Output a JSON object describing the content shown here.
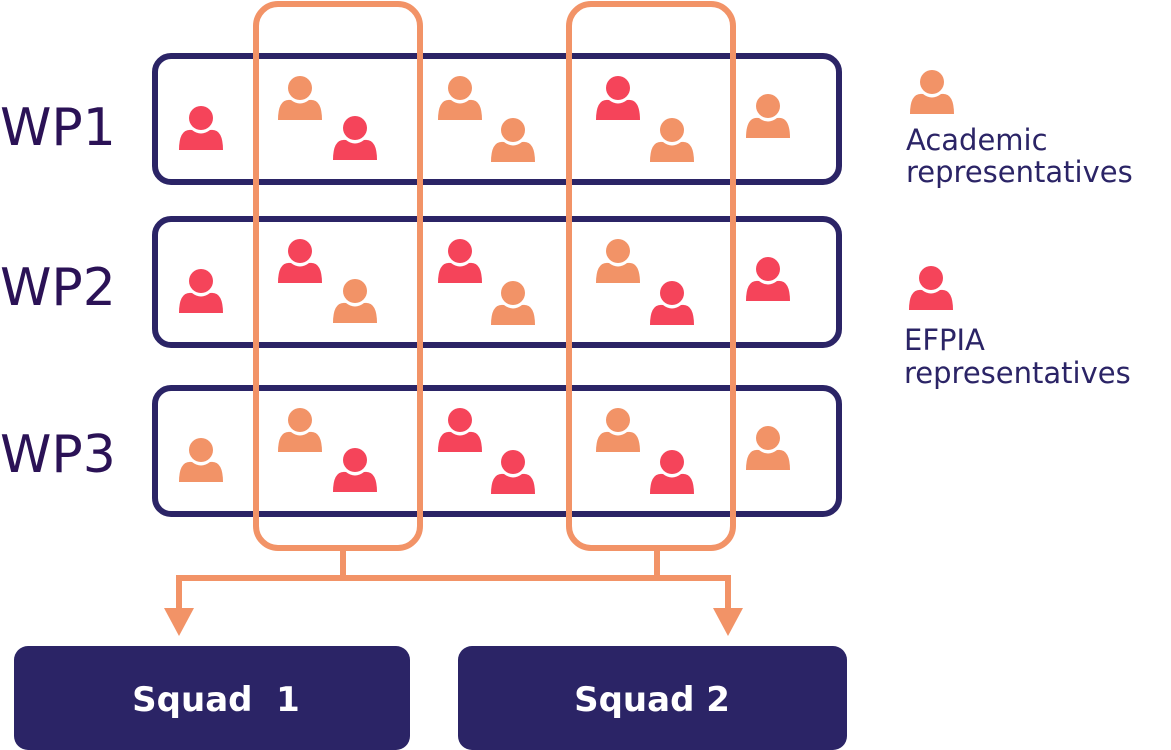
{
  "work_packages": [
    {
      "label": "WP1",
      "people": [
        "efpia",
        "academic",
        "efpia",
        "academic",
        "academic",
        "efpia",
        "academic",
        "academic"
      ]
    },
    {
      "label": "WP2",
      "people": [
        "efpia",
        "efpia",
        "academic",
        "efpia",
        "academic",
        "academic",
        "efpia",
        "efpia"
      ]
    },
    {
      "label": "WP3",
      "people": [
        "academic",
        "academic",
        "efpia",
        "efpia",
        "efpia",
        "academic",
        "efpia",
        "academic"
      ]
    }
  ],
  "legend": {
    "academic": {
      "line1": "Academic",
      "line2": "representatives"
    },
    "efpia": {
      "line1": "EFPIA",
      "line2": "representatives"
    }
  },
  "squads": [
    {
      "label": "Squad  1"
    },
    {
      "label": "Squad 2"
    }
  ],
  "colors": {
    "academic": "#f29367",
    "efpia": "#f5445a",
    "wp_border": "#2b2466",
    "wp_label": "#2b1256",
    "squad_outline": "#f29367",
    "squad_fill": "#2b2466"
  }
}
